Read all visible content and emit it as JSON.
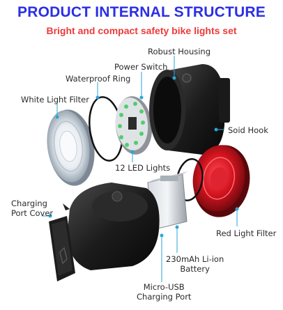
{
  "header": {
    "title": "PRODUCT INTERNAL STRUCTURE",
    "subtitle": "Bright and compact safety bike lights set"
  },
  "labels": {
    "robust_housing": "Robust Housing",
    "power_switch": "Power Switch",
    "waterproof_ring": "Waterproof Ring",
    "white_light_filter": "White Light Filter",
    "soid_hook": "Soid Hook",
    "led_lights": "12 LED Lights",
    "charging_port_cover_line1": "Charging",
    "charging_port_cover_line2": "Port Cover",
    "red_light_filter": "Red Light Filter",
    "battery_line1": "230mAh Li-ion",
    "battery_line2": "Battery",
    "micro_usb_line1": "Micro-USB",
    "micro_usb_line2": "Charging Port"
  },
  "colors": {
    "title": "#2b2ee6",
    "subtitle": "#ee3a3a",
    "callout": "#2aa6d8"
  }
}
